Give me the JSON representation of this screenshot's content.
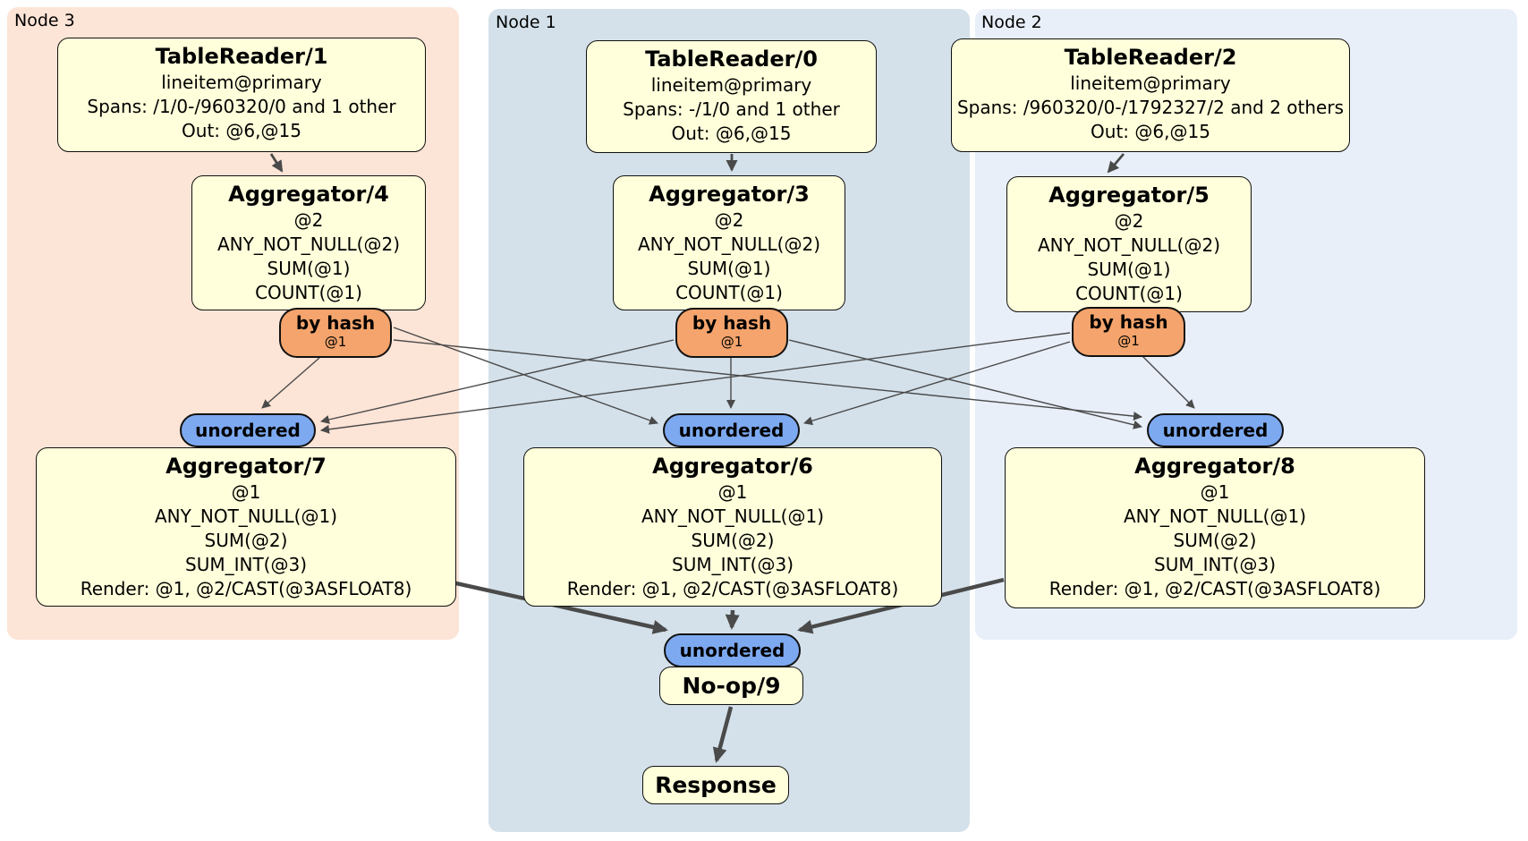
{
  "regions": [
    {
      "label": "Node 3",
      "color": "#fce4d6"
    },
    {
      "label": "Node 1",
      "color": "#d4e1ea"
    },
    {
      "label": "Node 2",
      "color": "#e9eff9"
    }
  ],
  "boxes": {
    "tablereader1": {
      "title": "TableReader/1",
      "lines": [
        "lineitem@primary",
        "Spans: /1/0-/960320/0 and 1 other",
        "Out: @6,@15"
      ]
    },
    "tablereader0": {
      "title": "TableReader/0",
      "lines": [
        "lineitem@primary",
        "Spans: -/1/0 and 1 other",
        "Out: @6,@15"
      ]
    },
    "tablereader2": {
      "title": "TableReader/2",
      "lines": [
        "lineitem@primary",
        "Spans: /960320/0-/1792327/2 and 2 others",
        "Out: @6,@15"
      ]
    },
    "aggregator4": {
      "title": "Aggregator/4",
      "lines": [
        "@2",
        "ANY_NOT_NULL(@2)",
        "SUM(@1)",
        "COUNT(@1)"
      ]
    },
    "aggregator3": {
      "title": "Aggregator/3",
      "lines": [
        "@2",
        "ANY_NOT_NULL(@2)",
        "SUM(@1)",
        "COUNT(@1)"
      ]
    },
    "aggregator5": {
      "title": "Aggregator/5",
      "lines": [
        "@2",
        "ANY_NOT_NULL(@2)",
        "SUM(@1)",
        "COUNT(@1)"
      ]
    },
    "aggregator7": {
      "title": "Aggregator/7",
      "lines": [
        "@1",
        "ANY_NOT_NULL(@1)",
        "SUM(@2)",
        "SUM_INT(@3)",
        "Render: @1, @2/CAST(@3ASFLOAT8)"
      ]
    },
    "aggregator6": {
      "title": "Aggregator/6",
      "lines": [
        "@1",
        "ANY_NOT_NULL(@1)",
        "SUM(@2)",
        "SUM_INT(@3)",
        "Render: @1, @2/CAST(@3ASFLOAT8)"
      ]
    },
    "aggregator8": {
      "title": "Aggregator/8",
      "lines": [
        "@1",
        "ANY_NOT_NULL(@1)",
        "SUM(@2)",
        "SUM_INT(@3)",
        "Render: @1, @2/CAST(@3ASFLOAT8)"
      ]
    },
    "noop9": {
      "title": "No-op/9"
    },
    "response": {
      "title": "Response"
    }
  },
  "routers": {
    "by_hash": {
      "label": "by hash",
      "detail": "@1",
      "color": "#f4a46c"
    },
    "unordered": {
      "label": "unordered",
      "color": "#7da9f0"
    }
  },
  "edge_color": "#4a4a4a"
}
